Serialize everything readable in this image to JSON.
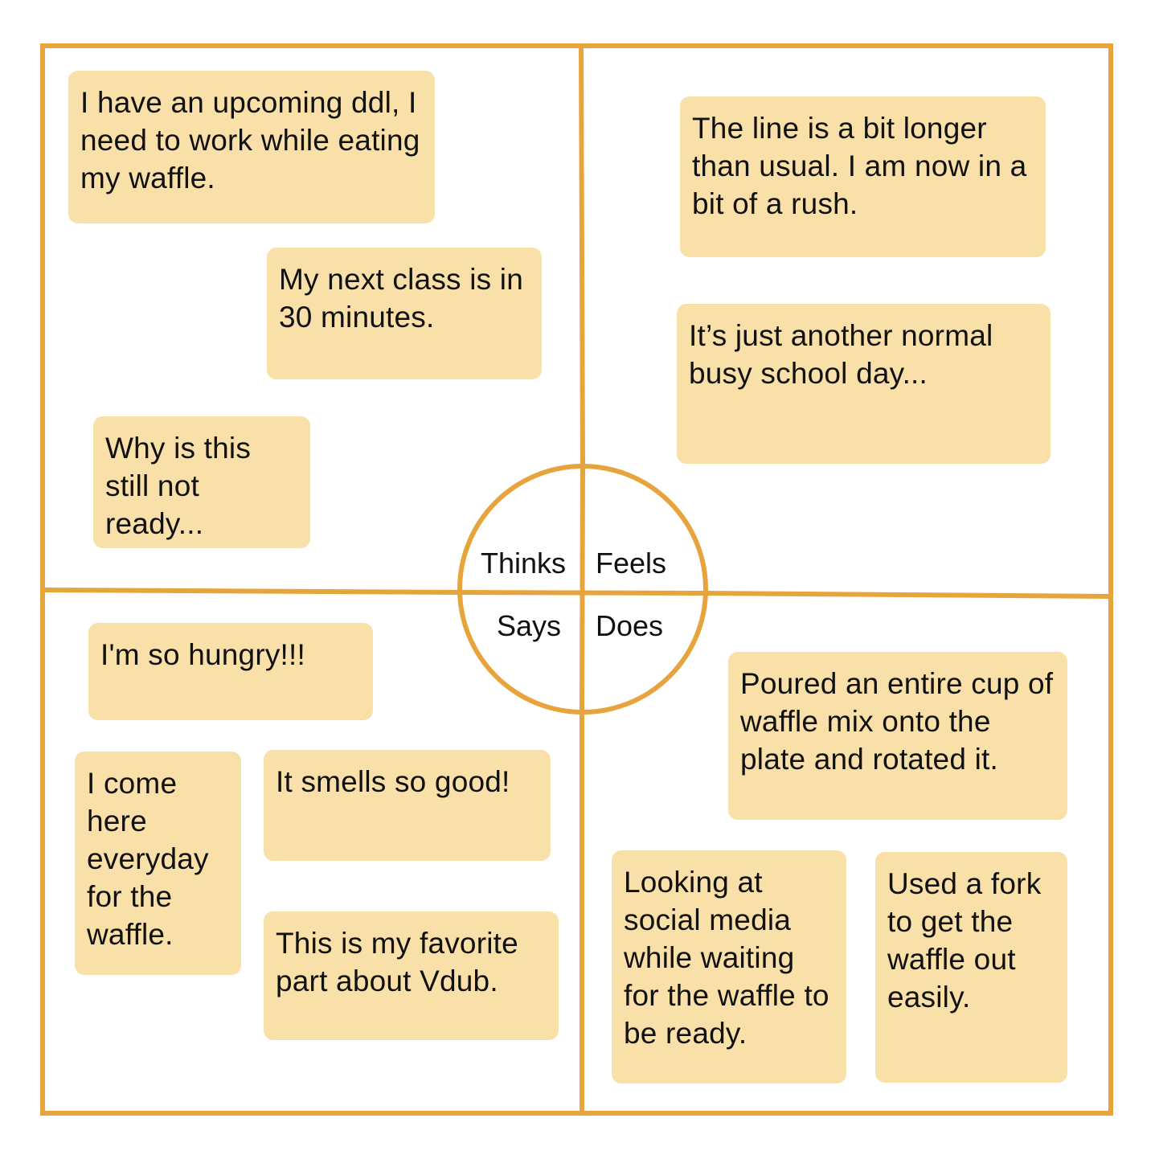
{
  "colors": {
    "frame": "#e8a43c",
    "note_fill": "#f9dfa8",
    "text": "#111111",
    "background": "#ffffff"
  },
  "quadrants": {
    "thinks": {
      "label": "Thinks",
      "notes": [
        "I have an upcoming ddl, I need to work while eating my waffle.",
        "My next class is in 30 minutes.",
        "Why is this still not ready..."
      ]
    },
    "feels": {
      "label": "Feels",
      "notes": [
        "The line is a bit longer than usual. I am now in a bit of a rush.",
        "It’s just another normal busy school day..."
      ]
    },
    "says": {
      "label": "Says",
      "notes": [
        "I'm so hungry!!!",
        "I come here everyday for the waffle.",
        "It smells so good!",
        "This is my favorite part about Vdub."
      ]
    },
    "does": {
      "label": "Does",
      "notes": [
        "Poured an entire cup of waffle mix onto the plate and rotated it.",
        "Looking at social media while waiting for the waffle to be ready.",
        "Used a fork to get the waffle out easily."
      ]
    }
  }
}
